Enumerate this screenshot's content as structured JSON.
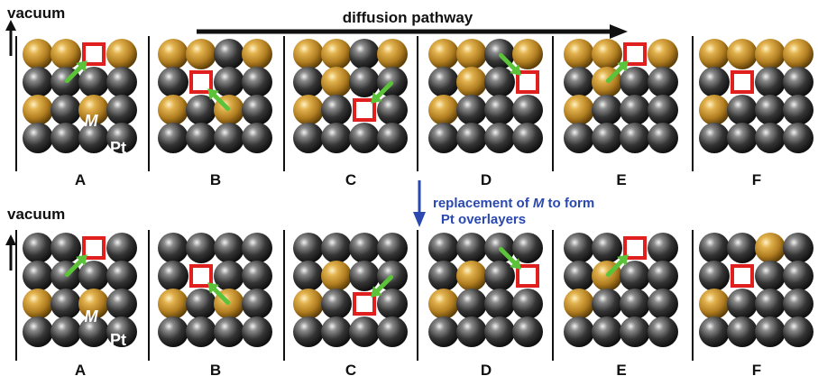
{
  "labels": {
    "vacuum": "vacuum",
    "diffusion": "diffusion pathway",
    "replacement_pre": "replacement of ",
    "replacement_m": "M",
    "replacement_post": " to form",
    "replacement_line2": "Pt overlayers",
    "metal_m": "M",
    "metal_pt": "Pt"
  },
  "panel_letters": [
    "A",
    "B",
    "C",
    "D",
    "E",
    "F"
  ],
  "colors": {
    "pt_atom": "#3a3a3a",
    "m_atom": "#c8962e",
    "vacancy_box": "#e0201f",
    "move_arrow": "#5cc23a",
    "replacement_text": "#2a48b0",
    "divider": "#111111"
  },
  "rows": [
    {
      "row": "top",
      "panels": [
        {
          "letter": "A",
          "layout": [
            "MMVM",
            "PPPP",
            "MPMP",
            "PPPP"
          ],
          "vacancy": [
            0,
            2
          ],
          "arrow_from": [
            1,
            1
          ]
        },
        {
          "letter": "B",
          "layout": [
            "MMPM",
            "PVPP",
            "MPMP",
            "PPPP"
          ],
          "vacancy": [
            1,
            1
          ],
          "arrow_from": [
            2,
            2
          ]
        },
        {
          "letter": "C",
          "layout": [
            "MMPM",
            "PMPP",
            "MPVP",
            "PPPP"
          ],
          "vacancy": [
            2,
            2
          ],
          "arrow_from": [
            1,
            3
          ]
        },
        {
          "letter": "D",
          "layout": [
            "MMPM",
            "PMPV",
            "MPPP",
            "PPPP"
          ],
          "vacancy": [
            1,
            3
          ],
          "arrow_from": [
            0,
            2
          ]
        },
        {
          "letter": "E",
          "layout": [
            "MMVM",
            "PMPP",
            "MPPP",
            "PPPP"
          ],
          "vacancy": [
            0,
            2
          ],
          "arrow_from": [
            1,
            1
          ]
        },
        {
          "letter": "F",
          "layout": [
            "MMMM",
            "PVPP",
            "MPPP",
            "PPPP"
          ],
          "vacancy": [
            1,
            1
          ],
          "arrow_from": null
        }
      ]
    },
    {
      "row": "bottom",
      "panels": [
        {
          "letter": "A",
          "layout": [
            "PPVP",
            "PPPP",
            "MPMP",
            "PPPP"
          ],
          "vacancy": [
            0,
            2
          ],
          "arrow_from": [
            1,
            1
          ]
        },
        {
          "letter": "B",
          "layout": [
            "PPPP",
            "PVPP",
            "MPMP",
            "PPPP"
          ],
          "vacancy": [
            1,
            1
          ],
          "arrow_from": [
            2,
            2
          ]
        },
        {
          "letter": "C",
          "layout": [
            "PPPP",
            "PMPP",
            "MPVP",
            "PPPP"
          ],
          "vacancy": [
            2,
            2
          ],
          "arrow_from": [
            1,
            3
          ]
        },
        {
          "letter": "D",
          "layout": [
            "PPPP",
            "PMPV",
            "MPPP",
            "PPPP"
          ],
          "vacancy": [
            1,
            3
          ],
          "arrow_from": [
            0,
            2
          ]
        },
        {
          "letter": "E",
          "layout": [
            "PPVP",
            "PMPP",
            "MPPP",
            "PPPP"
          ],
          "vacancy": [
            0,
            2
          ],
          "arrow_from": [
            1,
            1
          ]
        },
        {
          "letter": "F",
          "layout": [
            "PPMP",
            "PVPP",
            "MPPP",
            "PPPP"
          ],
          "vacancy": [
            1,
            1
          ],
          "arrow_from": null
        }
      ]
    }
  ]
}
